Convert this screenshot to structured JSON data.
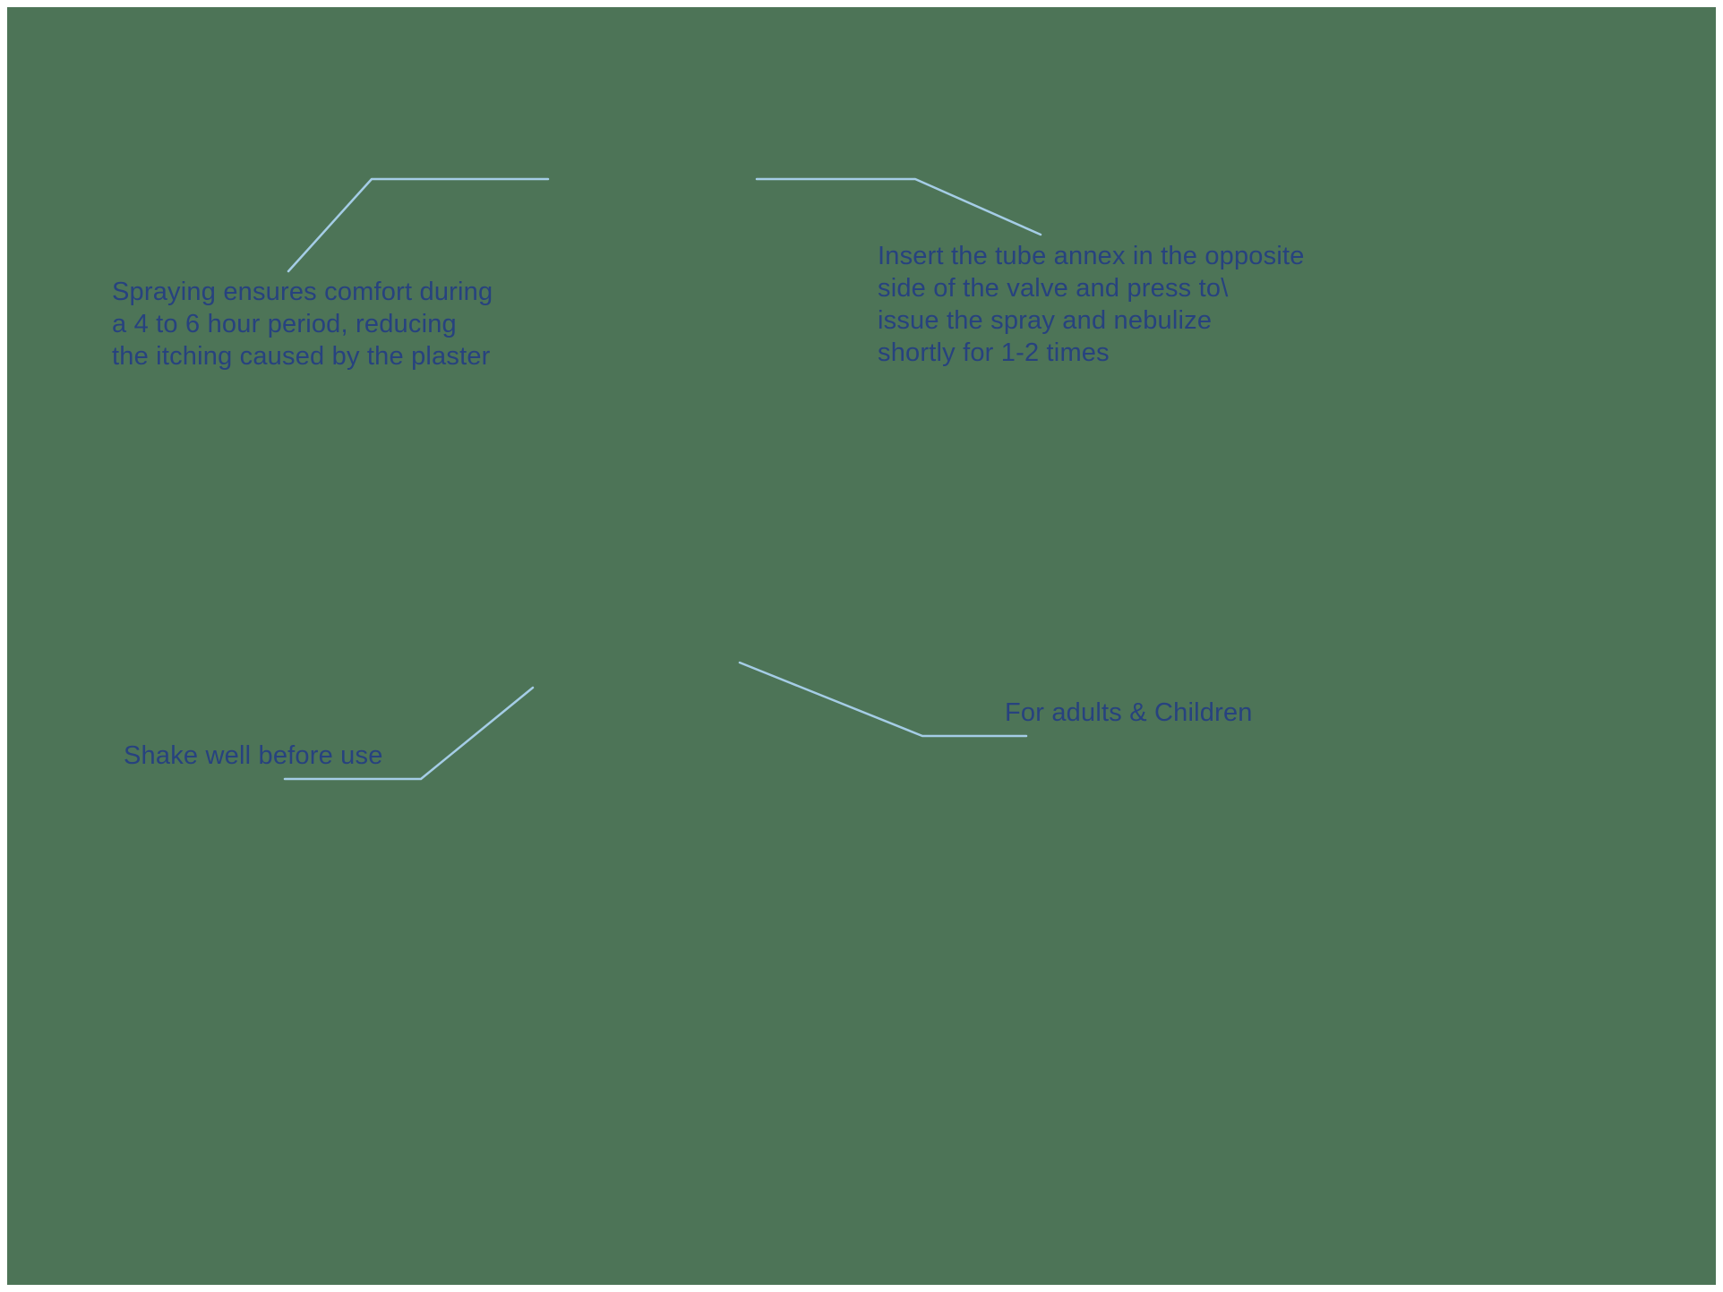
{
  "colors": {
    "background": "#4d7457",
    "callout_line": "#a5cde6",
    "text": "#27427f"
  },
  "annotations": {
    "spray_comfort": {
      "text": "Spraying ensures comfort during\na 4 to 6 hour period, reducing\nthe itching caused by the plaster"
    },
    "insert_tube": {
      "text": "Insert the tube annex in the opposite\nside of the valve and press to\\\nissue the spray and nebulize\nshortly for 1-2 times"
    },
    "shake_well": {
      "text": "Shake well before use"
    },
    "for_adults": {
      "text": "For adults & Children"
    }
  }
}
